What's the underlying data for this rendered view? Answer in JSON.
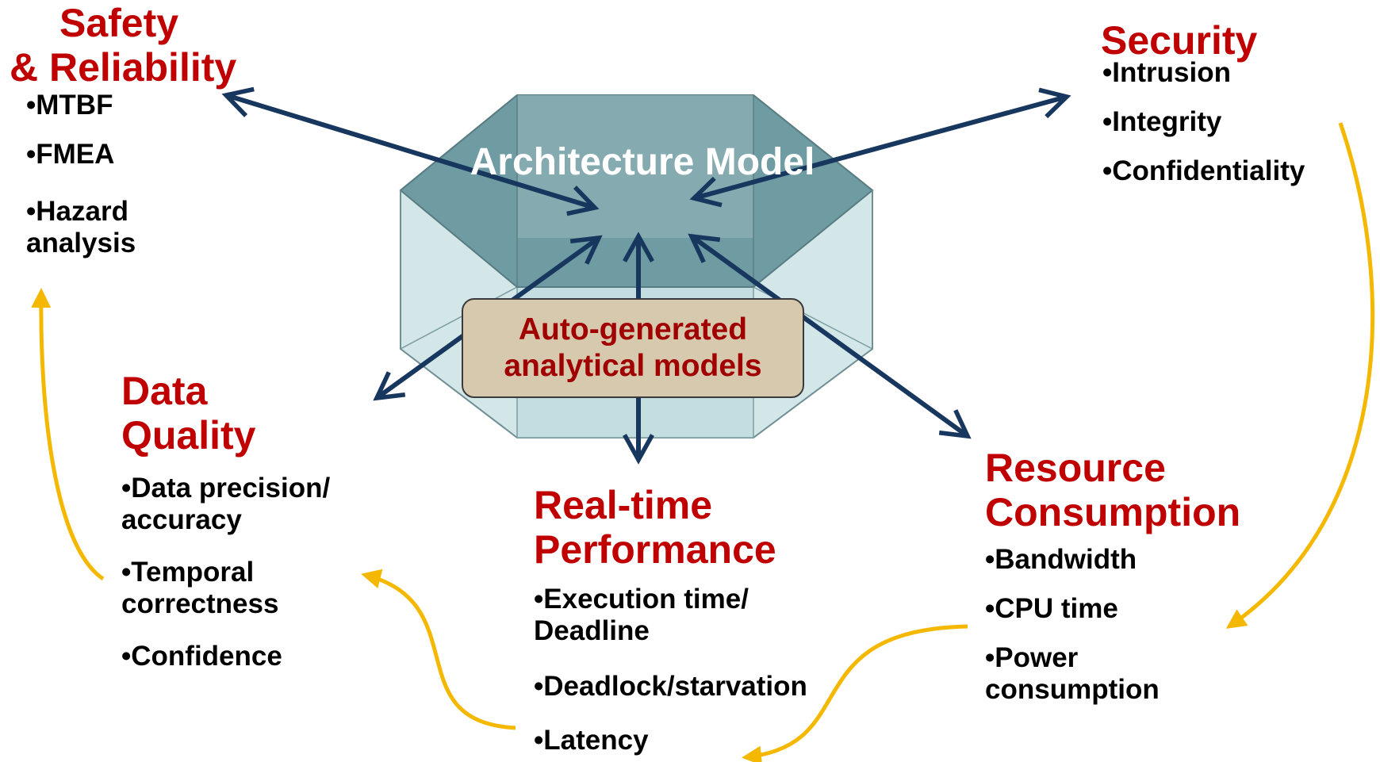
{
  "center": {
    "title": "Architecture Model",
    "inner_box": "Auto-generated\nanalytical models"
  },
  "quadrants": {
    "safety": {
      "title_line1": "Safety",
      "title_line2": "& Reliability",
      "items": [
        "MTBF",
        "FMEA",
        "Hazard\nanalysis"
      ]
    },
    "security": {
      "title": "Security",
      "items": [
        "Intrusion",
        "Integrity",
        "Confidentiality"
      ]
    },
    "data_quality": {
      "title_line1": "Data",
      "title_line2": "Quality",
      "items": [
        "Data precision/\naccuracy",
        "Temporal\ncorrectness",
        "Confidence"
      ]
    },
    "realtime": {
      "title_line1": "Real-time",
      "title_line2": "Performance",
      "items": [
        "Execution time/\nDeadline",
        "Deadlock/starvation",
        "Latency"
      ]
    },
    "resource": {
      "title_line1": "Resource",
      "title_line2": "Consumption",
      "items": [
        "Bandwidth",
        "CPU time",
        "Power\nconsumption"
      ]
    }
  },
  "colors": {
    "heading_red": "#c00000",
    "arrow_navy": "#17375e",
    "cycle_yellow": "#f5b800",
    "prism_top": "#6f9ba3",
    "prism_side": "#cfe3e6",
    "box_fill": "#d6c9ad"
  }
}
